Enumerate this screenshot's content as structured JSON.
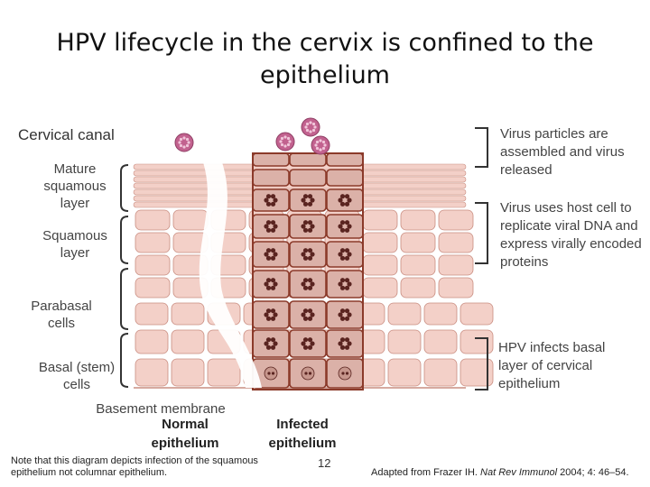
{
  "slide": {
    "title": "HPV lifecycle in the cervix is confined to the epithelium",
    "page_number": "12"
  },
  "left_labels": {
    "cervical_canal": "Cervical canal",
    "mature_squamous": "Mature squamous layer",
    "squamous": "Squamous layer",
    "parabasal": "Parabasal cells",
    "basal": "Basal (stem) cells",
    "basement_membrane": "Basement membrane"
  },
  "bottom_labels": {
    "normal": "Normal epithelium",
    "infected": "Infected epithelium"
  },
  "right_labels": {
    "released": "Virus particles are assembled and virus released",
    "replicate": "Virus uses host cell to replicate viral DNA and express virally encoded proteins",
    "infects": "HPV infects basal layer of cervical epithelium"
  },
  "footer": {
    "note": "Note that this diagram depicts infection of the squamous epithelium not columnar epithelium.",
    "citation_prefix": "Adapted from Frazer IH. ",
    "citation_journal": "Nat Rev Immunol",
    "citation_suffix": " 2004; 4: 46–54."
  },
  "colors": {
    "normal_cell": "#f3d0c8",
    "normal_cell_border": "#c98d80",
    "infected_cell": "#dbb1a8",
    "infected_border": "#8b3a2a",
    "virus": "#c2628f",
    "nucleus": "#5a2420"
  }
}
